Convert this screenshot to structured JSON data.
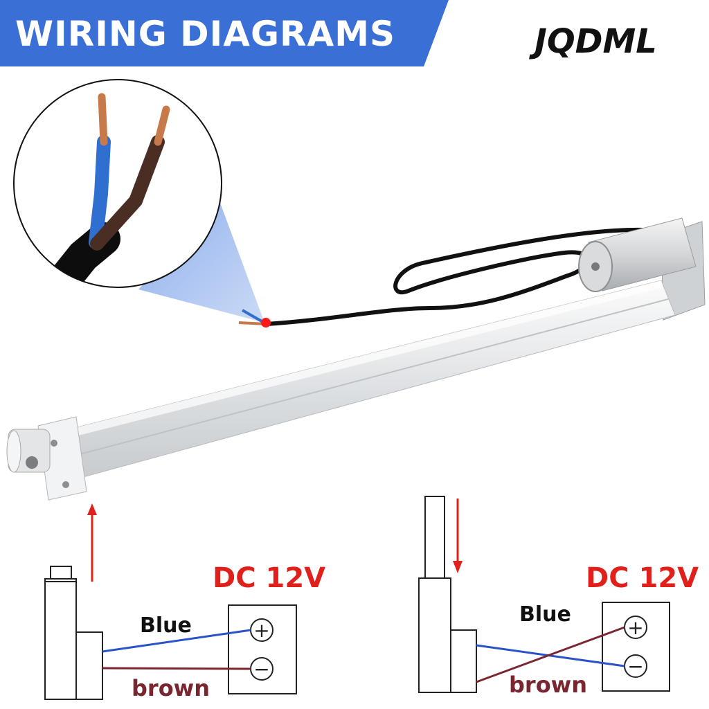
{
  "header": {
    "title": "WIRING DIAGRAMS",
    "brand": "JQDML",
    "banner_color": "#3a6fd6"
  },
  "product": {
    "body_color": "#e8eaec",
    "cable_color": "#111111",
    "wire_blue": "#2f6fd0",
    "wire_brown": "#5a3a2c",
    "copper": "#c8794a",
    "marker_color": "#ff1a1a"
  },
  "diagrams": [
    {
      "direction": "extend",
      "power_label": "DC 12V",
      "blue_label": "Blue",
      "brown_label": "brown",
      "plus": "+",
      "minus": "−"
    },
    {
      "direction": "retract",
      "power_label": "DC 12V",
      "blue_label": "Blue",
      "brown_label": "brown",
      "plus": "+",
      "minus": "−"
    }
  ],
  "colors": {
    "arrow": "#e0201b",
    "blue_wire": "#2a52c9",
    "brown_wire": "#7a2630",
    "line": "#222222"
  }
}
